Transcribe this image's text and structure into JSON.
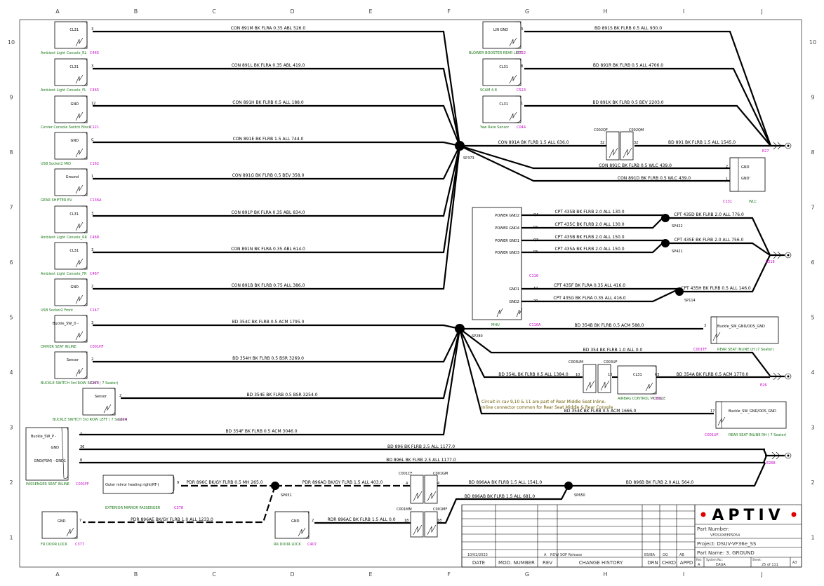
{
  "grid": {
    "cols": [
      "A",
      "B",
      "C",
      "D",
      "E",
      "F",
      "G",
      "H",
      "I",
      "J"
    ],
    "rows": [
      "10",
      "9",
      "8",
      "7",
      "6",
      "5",
      "4",
      "3",
      "2",
      "1"
    ]
  },
  "connectors_left": [
    {
      "pin_label": "CL31",
      "pin": "3",
      "name": "Ambient Light Console_RL",
      "id": "C465"
    },
    {
      "pin_label": "CL31",
      "pin": "3",
      "name": "Ambient Light Console_FL",
      "id": "C465"
    },
    {
      "pin_label": "GND",
      "pin": "12",
      "name": "Center Console Switch Block",
      "id": "C121"
    },
    {
      "pin_label": "GND",
      "pin": "C",
      "name": "USB Socket2 MID",
      "id": "C162"
    },
    {
      "pin_label": "Ground",
      "pin": "1",
      "name": "GEAR SHIFTER EV",
      "id": "C136A"
    },
    {
      "pin_label": "CL31",
      "pin": "3",
      "name": "Ambient Light Console_RR",
      "id": "C468"
    },
    {
      "pin_label": "CL31",
      "pin": "3",
      "name": "Ambient Light Console_FR",
      "id": "C467"
    },
    {
      "pin_label": "GND",
      "pin": "2",
      "name": "USB Socket2 Front",
      "id": "C147"
    },
    {
      "pin_label": "Buckle_SW_D -",
      "pin": "3",
      "name": "DRIVER SEAT INLINE",
      "id": "C001HF"
    },
    {
      "pin_label": "Sensor",
      "pin": "2",
      "name": "BUCKLE SWITCH 3rd ROW RIGHT ( 7 Seater)",
      "id": "C323"
    },
    {
      "pin_label": "Sensor",
      "pin": "2",
      "name": "BUCKLE SWITCH 3rd ROW LEFT ( 7 Seater)",
      "id": "C324"
    }
  ],
  "wires_left": [
    "CON 891M BK FLRA 0.35 ABL 526.0",
    "CON 891L BK FLRA 0.35 ABL 419.0",
    "CON 891H BK FLRB 0.5 ALL 188.0",
    "CON 891E BK FLRB 1.5 ALL 744.0",
    "CON 891G BK FLRB 0.5 BEV 358.0",
    "CON 891P BK FLRA 0.35 ABL 834.0",
    "CON 891N BK FLRA 0.35 ABL 614.0",
    "CON 891B BK FLRB 0.75 ALL 386.0",
    "BD 354C BK FLRB 0.5 ACM 1795.0",
    "BD 354H BK FLRB 0.5 BSR 3269.0",
    "BD 354E BK FLRB 0.5 BSR 3254.0",
    "BD 354F BK FLRB 0.5 ACM 3046.0"
  ],
  "passenger_seat": {
    "pins": [
      {
        "label": "Buckle_SW_P -",
        "pin": "3"
      },
      {
        "label": "GND",
        "pin": "36"
      },
      {
        "label": "GND(PSM) - GND1",
        "pin": "8"
      }
    ],
    "name": "PASSENGER SEAT INLINE",
    "id": "C001FF",
    "wires": [
      "BD 896 BK FLRB 2.5 ALL 1177.0",
      "BD 896L BK FLRB 2.5 ALL 1177.0"
    ]
  },
  "connectors_top_right": [
    {
      "pin_label": "LIN GND",
      "pin": "3",
      "name": "BLOWER BOOSTER REAR LEFT",
      "id": "C232",
      "wire": "BD 891S BK FLRB 0.5 ALL 930.0"
    },
    {
      "pin_label": "CL31",
      "pin": "8",
      "name": "SCAM 4.8",
      "id": "C523",
      "wire": "BD 891R BK FLRB 0.5 ALL 4706.0"
    },
    {
      "pin_label": "CL31",
      "pin": "1",
      "name": "Yaw Rate Sensor",
      "id": "C044",
      "wire": "BD 891K BK FLRB 0.5 BEV 2203.0"
    }
  ],
  "splices": {
    "sp373": "SP373",
    "sp280": "SP280",
    "sp422": "SP422",
    "sp421": "SP421",
    "sp114": "SP114",
    "sp651": "SP651",
    "sp650": "SP650"
  },
  "grounds": {
    "e27": "E27",
    "e218": "E218",
    "e26": "E26",
    "e268": "E268"
  },
  "inline_c002": {
    "left": "C002QF",
    "right": "C002QM",
    "pin_l": "32",
    "pin_r": "32"
  },
  "wires_right_top": {
    "a": "CON 891A BK FLRB 1.5 ALL 636.0",
    "main": "BD 891 BK FLRB 1.5 ALL 1545.0",
    "c": "CON 891C BK FLRB 0.5 WLC 439.0",
    "d": "CON 891D BK FLRB 0.5 WLC 439.0"
  },
  "wlc": {
    "pin1_label": "GND",
    "pin1": "2",
    "pin2_label": "GND'",
    "pin2": "1",
    "id": "C131",
    "name": "WLC"
  },
  "mhu": {
    "pins": [
      {
        "label": "POWER GND2",
        "pin": "Q4",
        "wire": "CPT 435B BK FLRB 2.0 ALL 130.0"
      },
      {
        "label": "POWER GND4",
        "pin": "P4",
        "wire": "CPT 435C BK FLRB 2.0 ALL 130.0"
      },
      {
        "label": "POWER GND1",
        "pin": "Q3",
        "wire": "CPT 435B BK FLRB 2.0 ALL 150.0"
      },
      {
        "label": "POWER GND3",
        "pin": "P3",
        "wire": "CPT 435A BK FLRB 2.0 ALL 150.0"
      },
      {
        "label": "GND1",
        "pin": "19",
        "wire": "CPT 435F BK FLRA 0.35 ALL 416.0"
      },
      {
        "label": "GND2",
        "pin": "20",
        "wire": "CPT 435G BK FLRA 0.35 ALL 416.0"
      }
    ],
    "id_top": "C116",
    "id_bottom": "C116A",
    "name": "MHU",
    "out_wires": [
      "CPT 435D BK FLRB 2.0 ALL 776.0",
      "CPT 435E BK FLRB 2.0 ALL 756.0",
      "CPT 435H BK FLRB 0.5 ALL 146.0"
    ]
  },
  "rear_seat_lh": {
    "pin": "3",
    "label": "Buckle_SW_GND/ODS_GND",
    "name": "REAR SEAT INLINE LH (7 Seater)",
    "id": "C001TF",
    "wire": "BD 354B BK FLRB 0.5 ACM 588.0"
  },
  "rear_seat_rh": {
    "pin": "17",
    "label": "Buckle_SW_GND/ODS_GND",
    "name": "REAR SEAT INLINE RH ( 7 Seater)",
    "id": "C001UF",
    "wire": "BD 354K BK FLRB 0.5 ACM 1666.0"
  },
  "wire_354": "BD 354 BK FLRB 1.0 ALL 0.0",
  "wire_354l": "BD 354L BK FLRB 0.5 ALL 1384.0",
  "inline_c003": {
    "left": "C003UM",
    "right": "C003UF",
    "pin_l": "10",
    "pin_r": "10"
  },
  "airbag": {
    "label": "CL31",
    "pin": "63",
    "name": "AIRBAG CONTROL MODULE",
    "id": "C302",
    "wire": "BD 354A BK FLRB 0.5 ACM 1770.0"
  },
  "note": [
    "Circuit in cav 9,10 & 11 are part of Rear Middle Seat Inline.",
    "Inline connector common for Rear Seat Middle & Rear Console"
  ],
  "mirror": {
    "label": "Outer mirror heating right(RT-)",
    "pin": "9",
    "name": "EXTERIOR MIRROR PASSENGER",
    "id": "C378",
    "wire": "PDR 896C BK/GY FLRB 0.5 MH 265.0"
  },
  "fr_door": {
    "label": "GND",
    "pin": "7",
    "name": "FR DOOR LOCK",
    "id": "C377",
    "wire": "PDR 896AE BK/GY FLRB 1.0 ALL 1233.0"
  },
  "rr_door": {
    "label": "GND",
    "pin": "2",
    "name": "RR DOOR LOCK",
    "id": "C407",
    "wire": "RDR 896AC BK FLRB 1.5 ALL 0.0"
  },
  "c001": {
    "cf": "C001CF",
    "gm": "C001GM",
    "mm": "C001MM",
    "mf": "C001MF",
    "p1": "4",
    "p2": "4",
    "p3": "18",
    "p4": "18"
  },
  "wires_bottom": {
    "ad": "PDR 896AD BK/GY FLRB 1.5 ALL 403.0",
    "aa": "BD 896AA BK FLRB 1.5 ALL 1541.0",
    "ab": "BD 896AB BK FLRB 1.5 ALL 681.0",
    "b": "BD 896B BK FLRB 2.0 ALL 564.0"
  },
  "title_block": {
    "company": "APTIV",
    "part_number_label": "Part Number:",
    "part_number": "VFDSXXEEPS054",
    "project": "Project: DSUV-VF36e_SS",
    "part_name": "Part Name: 3. GROUND",
    "date_value": "10/02/2023",
    "rev_value": "A",
    "change_value": "ROW SOP Release",
    "drn_value": "BS/BA",
    "chkd_value": "GG",
    "appd_value": "AB",
    "h_date": "DATE",
    "h_mod": "MOD. NUMBER",
    "h_rev": "REV",
    "h_change": "CHANGE HISTORY",
    "h_drn": "DRN",
    "h_chkd": "CHKD",
    "h_appd": "APPD",
    "rev_label": "Rev:",
    "rev2": "A",
    "system_label": "System No.:",
    "system": "EAGA",
    "sheet_label": "Sheet:",
    "sheet": "25 of 111",
    "size": "A3"
  },
  "colors": {
    "wire": "#000000",
    "label_green": "#1a7a1a",
    "id_magenta": "#c800c8",
    "logo_red": "#e00000"
  }
}
